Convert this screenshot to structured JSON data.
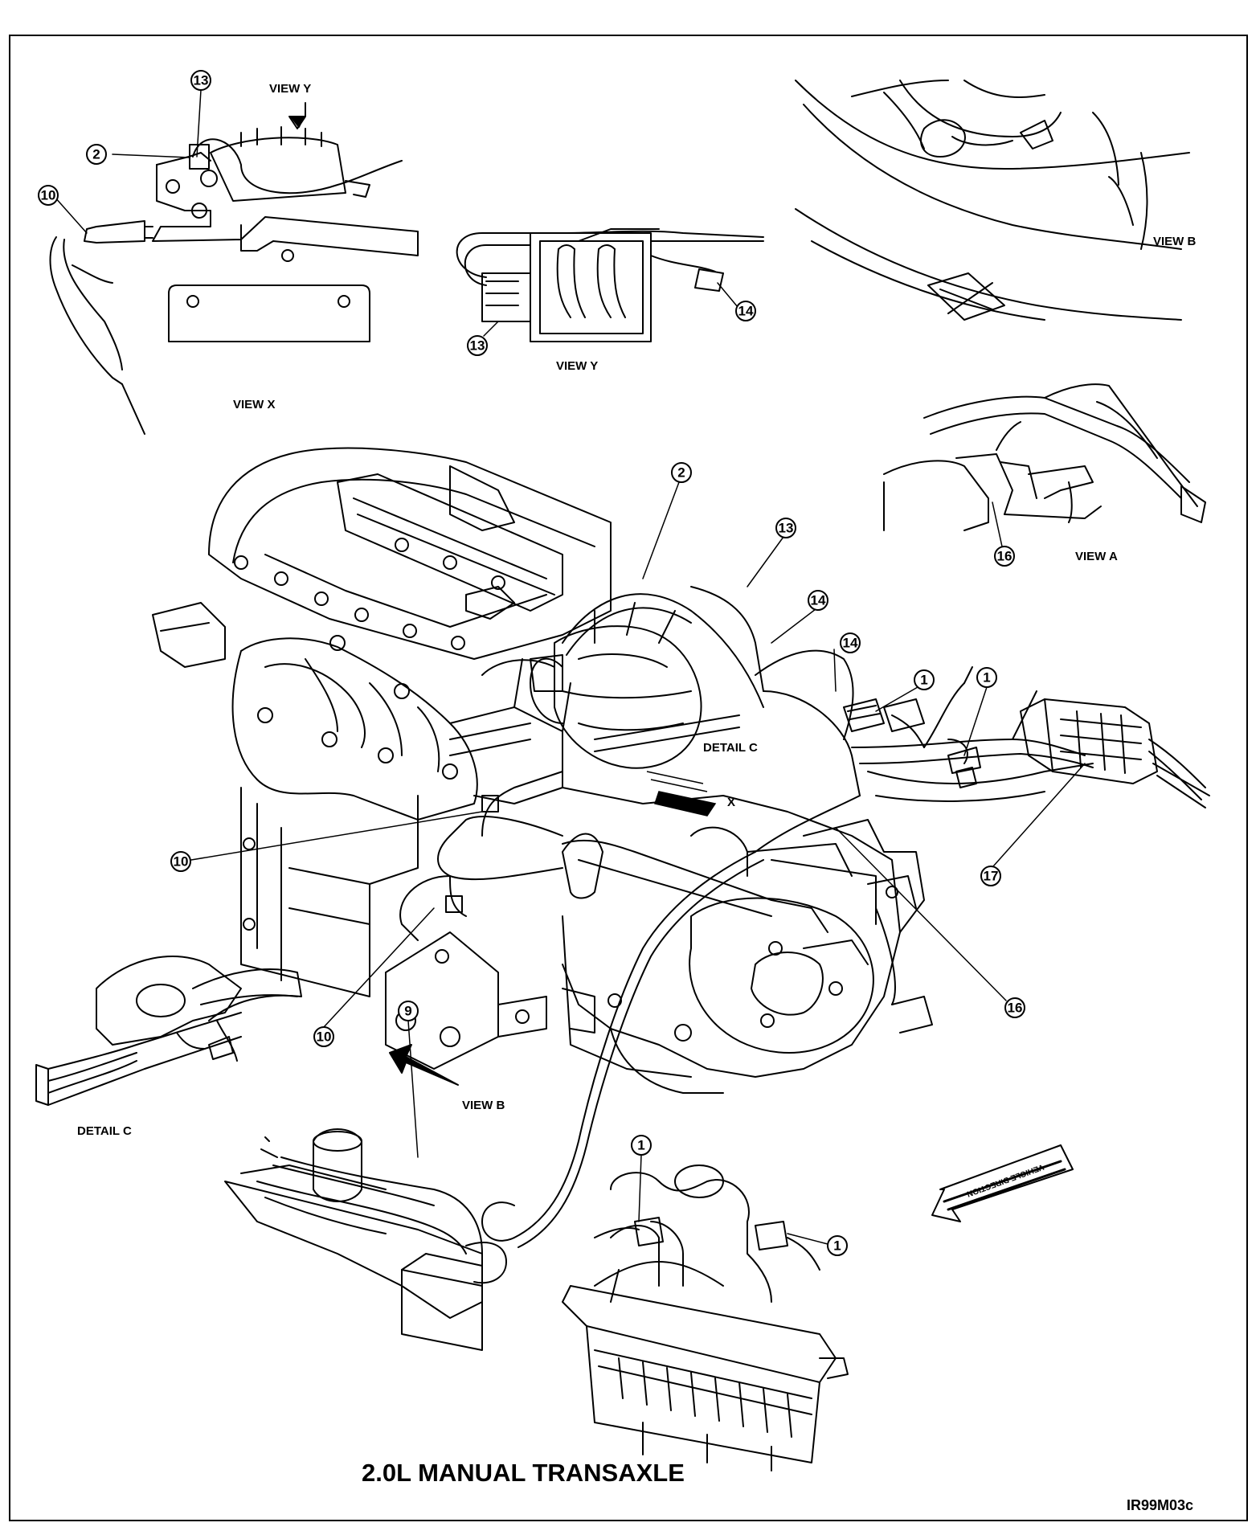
{
  "diagram": {
    "title": "2.0L MANUAL TRANSAXLE",
    "figure_code": "IR99M03c",
    "view_labels": {
      "view_y_top": "VIEW Y",
      "view_y": "VIEW Y",
      "view_x": "VIEW X",
      "view_b_inset": "VIEW B",
      "view_a": "VIEW A",
      "detail_c_main": "DETAIL C",
      "detail_c_inset": "DETAIL C",
      "view_b_arrow": "VIEW B",
      "x_marker": "X"
    },
    "callouts": {
      "c13_viewx": "13",
      "c2_viewx": "2",
      "c10_viewx": "10",
      "c13_viewy": "13",
      "c14_viewy": "14",
      "c16_viewa": "16",
      "c2_main": "2",
      "c13_main": "13",
      "c14_main_a": "14",
      "c14_main_b": "14",
      "c1_main_a": "1",
      "c1_main_b": "1",
      "c17_main": "17",
      "c10_main_a": "10",
      "c10_main_b": "10",
      "c16_main": "16",
      "c9_main": "9",
      "c1_air_a": "1",
      "c1_air_b": "1"
    },
    "direction_arrow_text": "VEHICLE DIRECTION"
  }
}
